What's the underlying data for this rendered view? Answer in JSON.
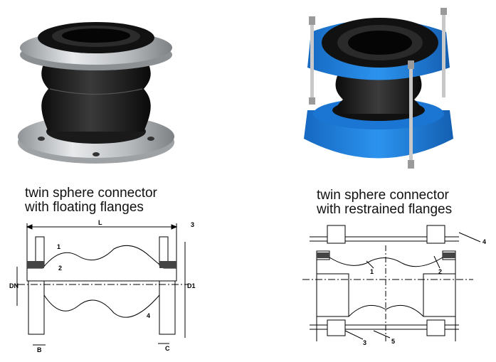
{
  "left": {
    "caption_line1": "twin sphere connector",
    "caption_line2": "with floating flanges",
    "drawing_labels": {
      "length": "L",
      "dn": "DN",
      "d1": "D1",
      "b": "B",
      "c": "C",
      "part1": "1",
      "part2": "2",
      "part3": "3",
      "part4": "4"
    }
  },
  "right": {
    "caption_line1": "twin sphere connector",
    "caption_line2": "with restrained flanges",
    "drawing_labels": {
      "part1": "1",
      "part2": "2",
      "part3": "3",
      "part4": "4",
      "part5": "5"
    }
  },
  "colors": {
    "flange_blue": "#1e7fd8",
    "rubber": "#1b1b1b",
    "steel": "#c9ccd0"
  }
}
